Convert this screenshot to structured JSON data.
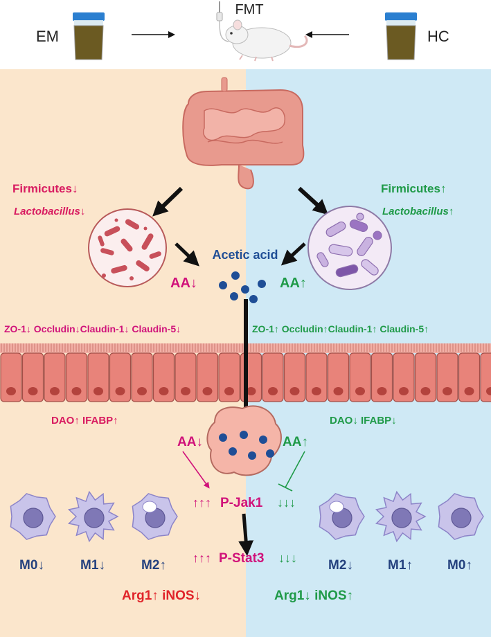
{
  "header": {
    "fmt": "FMT",
    "em": "EM",
    "hc": "HC"
  },
  "left": {
    "phylum": "Firmicutes↓",
    "genus": "Lactobacillus↓",
    "aa": "AA↓",
    "tj": "ZO-1↓ Occludin↓Claudin-1↓ Claudin-5↓",
    "markers": "DAO↑ IFABP↑",
    "aa_cell": "AA↓",
    "macrophages": [
      {
        "label": "M0↓",
        "icon": "m0-macrophage-icon"
      },
      {
        "label": "M1↓",
        "icon": "m1-macrophage-icon"
      },
      {
        "label": "M2↑",
        "icon": "m2-macrophage-icon"
      }
    ],
    "outcome": "Arg1↑ iNOS↓"
  },
  "right": {
    "phylum": "Firmicutes↑",
    "genus": "Lactobacillus↑",
    "aa": "AA↑",
    "tj": "ZO-1↑  Occludin↑Claudin-1↑ Claudin-5↑",
    "markers": "DAO↓ IFABP↓",
    "aa_cell": "AA↑",
    "macrophages": [
      {
        "label": "M2↓",
        "icon": "m2-macrophage-icon"
      },
      {
        "label": "M1↑",
        "icon": "m1-macrophage-icon"
      },
      {
        "label": "M0↑",
        "icon": "m0-macrophage-icon"
      }
    ],
    "outcome": "Arg1↓ iNOS↑"
  },
  "center": {
    "acetic_acid": "Acetic acid",
    "jak_left": "↑↑↑",
    "jak": "P-Jak1",
    "jak_right": "↓↓↓",
    "stat_left": "↑↑↑",
    "stat": "P-Stat3",
    "stat_right": "↓↓↓"
  },
  "colors": {
    "left_bg": "#fbe6cc",
    "right_bg": "#cfe9f5",
    "decrease_red": "#d81b60",
    "increase_green": "#1f9a48",
    "acid_blue": "#1f4e96",
    "macrophage_blue": "#24417e",
    "outcome_red": "#e0242a",
    "pathway_magenta": "#d0127a"
  }
}
